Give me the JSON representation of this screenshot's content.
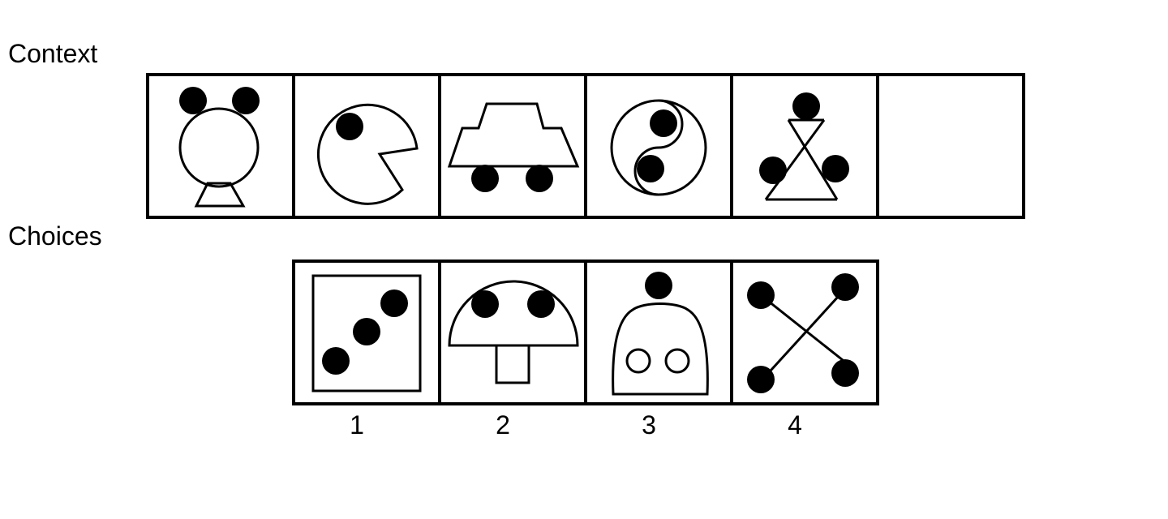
{
  "labels": {
    "context": "Context",
    "choices": "Choices"
  },
  "context_panels": [
    "mouse-face-figure",
    "pacman-figure",
    "car-figure",
    "yin-yang-figure",
    "hourglass-figure",
    "empty-answer-slot"
  ],
  "choice_panels": [
    {
      "number": "1",
      "figure": "dice-figure"
    },
    {
      "number": "2",
      "figure": "mushroom-figure"
    },
    {
      "number": "3",
      "figure": "bell-figure"
    },
    {
      "number": "4",
      "figure": "crossed-lines-figure"
    }
  ]
}
